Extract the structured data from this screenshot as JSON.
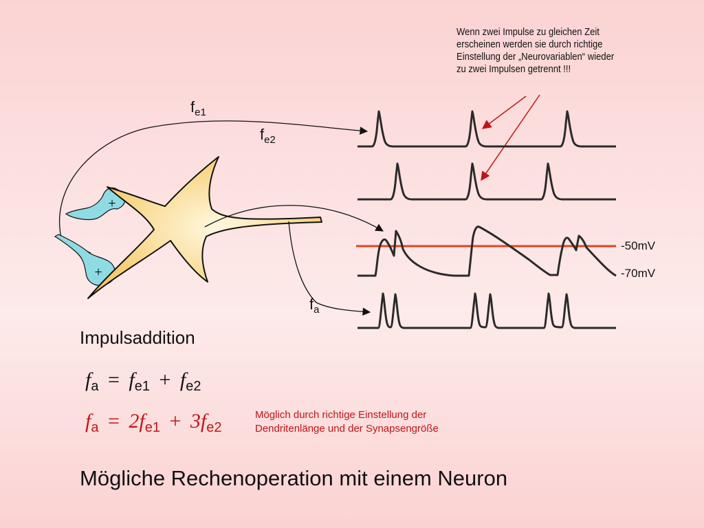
{
  "note_top": {
    "lines": [
      "Wenn zwei Impulse zu gleichen Zeit",
      "erscheinen werden sie durch richtige",
      "Einstellung der „Neurovariablen“ wieder",
      "zu zwei Impulsen getrennt !!!"
    ]
  },
  "labels": {
    "fe1": {
      "base": "f",
      "sub": "e1"
    },
    "fe2": {
      "base": "f",
      "sub": "e2"
    },
    "fa": {
      "base": "f",
      "sub": "a"
    }
  },
  "synapses": {
    "plus_1": "+",
    "plus_2": "+"
  },
  "voltages": {
    "threshold": "-50mV",
    "rest": "-70mV"
  },
  "heading": "Impulsaddition",
  "formula_1": {
    "lhs": "f",
    "lhs_sub": "a",
    "eq": "=",
    "t1": "f",
    "t1_sub": "e1",
    "plus": "+",
    "t2": "f",
    "t2_sub": "e2"
  },
  "formula_2": {
    "lhs": "f",
    "lhs_sub": "a",
    "eq": "=",
    "c1": "2",
    "t1": "f",
    "t1_sub": "e1",
    "plus": "+",
    "c2": "3",
    "t2": "f",
    "t2_sub": "e2"
  },
  "note_red": {
    "lines": [
      "Möglich durch richtige Einstellung der",
      "Dendritenlänge und der Synapsengröße"
    ]
  },
  "caption": "Mögliche Rechenoperation mit einem Neuron",
  "colors": {
    "threshold_line": "#e0441e",
    "annotation_red": "#c0141a",
    "soma_fill": "#f8d98a",
    "synapse_fill": "#8fdbe3"
  }
}
